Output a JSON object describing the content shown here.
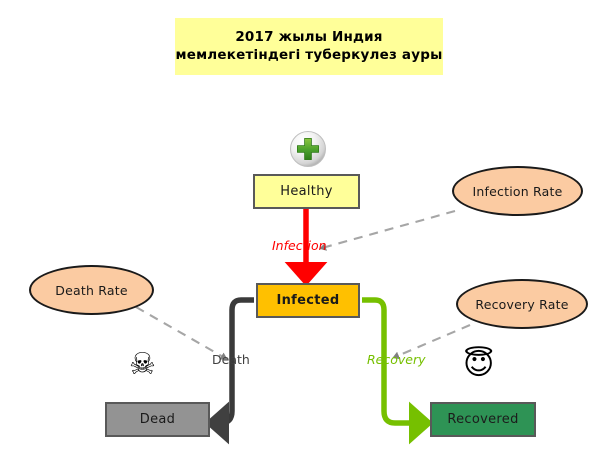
{
  "title": {
    "line1": "2017 жылы Индия",
    "line2": "мемлекетіндегі туберкулез ауры",
    "background": "#ffff99"
  },
  "stocks": [
    {
      "id": "healthy",
      "label": "Healthy",
      "fill": "#ffff99",
      "border": "#595959"
    },
    {
      "id": "infected",
      "label": "Infected",
      "fill": "#ffc000",
      "border": "#595959"
    },
    {
      "id": "dead",
      "label": "Dead",
      "fill": "#939393",
      "border": "#595959"
    },
    {
      "id": "recovered",
      "label": "Recovered",
      "fill": "#2e9355",
      "border": "#595959"
    }
  ],
  "rates": [
    {
      "id": "infection-rate",
      "label": "Infection Rate",
      "fill": "#fbcba2",
      "border": "#1a1a1a"
    },
    {
      "id": "death-rate",
      "label": "Death Rate",
      "fill": "#fbcba2",
      "border": "#1a1a1a"
    },
    {
      "id": "recovery-rate",
      "label": "Recovery Rate",
      "fill": "#fbcba2",
      "border": "#1a1a1a"
    }
  ],
  "flows": [
    {
      "id": "infection",
      "label": "Infection",
      "color": "#ff0000",
      "from": "Healthy",
      "to": "Infected"
    },
    {
      "id": "death",
      "label": "Death",
      "color": "#404040",
      "from": "Infected",
      "to": "Dead"
    },
    {
      "id": "recovery",
      "label": "Recovery",
      "color": "#76c000",
      "from": "Infected",
      "to": "Recovered"
    }
  ],
  "icons": {
    "plus": "plus-source-badge",
    "skull": "☠",
    "angel": "😇"
  },
  "links": [
    {
      "from": "Infection Rate",
      "to": "Infection flow",
      "style": "dashed",
      "color": "#a6a6a6"
    },
    {
      "from": "Death Rate",
      "to": "Death flow",
      "style": "dashed",
      "color": "#a6a6a6"
    },
    {
      "from": "Recovery Rate",
      "to": "Recovery flow",
      "style": "dashed",
      "color": "#a6a6a6"
    }
  ],
  "palette": {
    "background": "#ffffff",
    "healthy": "#ffff99",
    "infected": "#ffc000",
    "dead": "#939393",
    "recovered": "#2e9355",
    "rate": "#fbcba2",
    "infection_arrow": "#ff0000",
    "death_arrow": "#404040",
    "recovery_arrow": "#76c000",
    "link_dashed": "#a6a6a6"
  }
}
